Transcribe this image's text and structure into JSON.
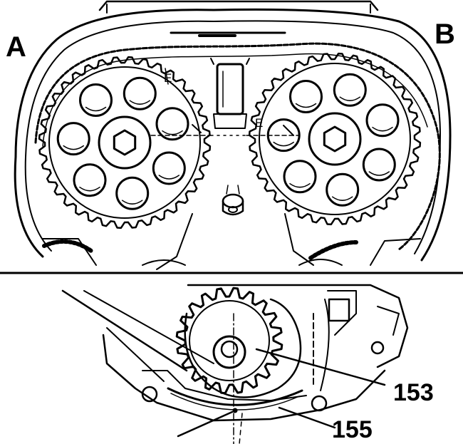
{
  "labels": {
    "camshaft_left": "A",
    "camshaft_right": "B",
    "mark_left": "E",
    "mark_right": "E",
    "part_153": "153",
    "part_155": "155"
  },
  "colors": {
    "ink": "#000000",
    "paper": "#ffffff"
  }
}
